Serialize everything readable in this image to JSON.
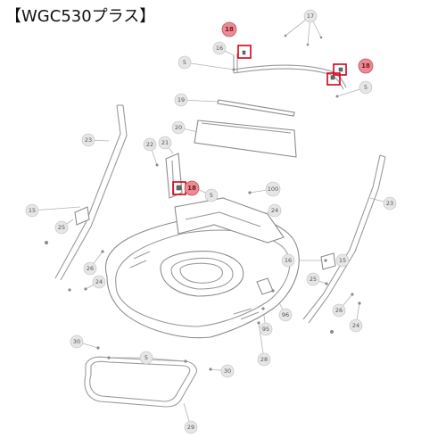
{
  "title": "【WGC530プラス】",
  "colors": {
    "highlight_box": "#d0021b",
    "highlight_callout": "#e88b94",
    "callout": "#e6e6e6",
    "line": "#9a9a9a"
  },
  "callouts": {
    "c18a": "18",
    "c18b": "18",
    "c18c": "18",
    "c17": "17",
    "c16a": "16",
    "c16b": "16",
    "c5a": "5",
    "c5b": "5",
    "c5c": "5",
    "c5d": "5",
    "c19": "19",
    "c20": "20",
    "c21": "21",
    "c22": "22",
    "c23a": "23",
    "c23b": "23",
    "c15a": "15",
    "c15b": "15",
    "c25a": "25",
    "c25b": "25",
    "c26a": "26",
    "c26b": "26",
    "c24a": "24",
    "c24b": "24",
    "c24c": "24",
    "c100": "100",
    "c95": "95",
    "c96": "96",
    "c28": "28",
    "c30a": "30",
    "c30b": "30",
    "c29": "29"
  }
}
